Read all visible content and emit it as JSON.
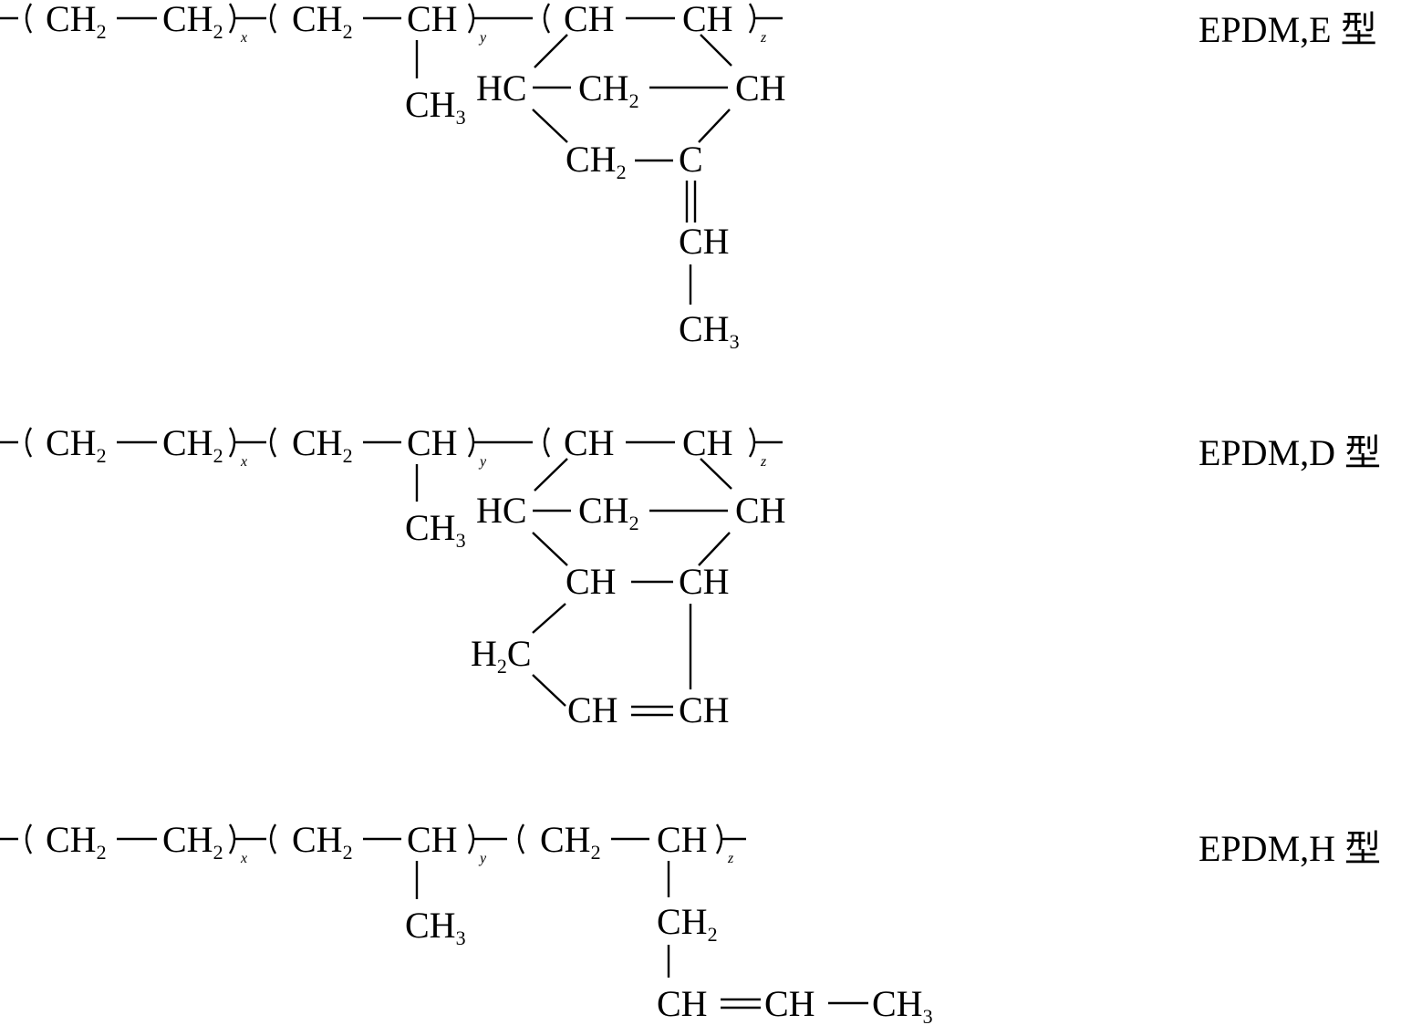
{
  "structures": [
    {
      "id": "e",
      "label": "EPDM,E 型",
      "texts": {
        "m1": "CH",
        "m1s": "2",
        "m2": "CH",
        "m2s": "2",
        "mx": "x",
        "p1": "CH",
        "p1s": "2",
        "p2": "CH",
        "py": "y",
        "d1": "CH",
        "d2": "CH",
        "dz": "z",
        "me": "CH",
        "mes": "3",
        "r1": "HC",
        "r2": "CH",
        "r2s": "2",
        "r3": "CH",
        "r4": "CH",
        "r4s": "2",
        "r5": "C",
        "v1": "CH",
        "v2": "CH",
        "v2s": "3"
      }
    },
    {
      "id": "d",
      "label": "EPDM,D 型",
      "texts": {
        "m1": "CH",
        "m1s": "2",
        "m2": "CH",
        "m2s": "2",
        "mx": "x",
        "p1": "CH",
        "p1s": "2",
        "p2": "CH",
        "py": "y",
        "d1": "CH",
        "d2": "CH",
        "dz": "z",
        "me": "CH",
        "mes": "3",
        "r1": "HC",
        "r2": "CH",
        "r2s": "2",
        "r3": "CH",
        "c1": "CH",
        "c2": "CH",
        "h2a": "H",
        "h2s": "2",
        "h2b": "C",
        "c3": "CH",
        "c4": "CH"
      }
    },
    {
      "id": "h",
      "label": "EPDM,H 型",
      "texts": {
        "m1": "CH",
        "m1s": "2",
        "m2": "CH",
        "m2s": "2",
        "mx": "x",
        "p1": "CH",
        "p1s": "2",
        "p2": "CH",
        "py": "y",
        "h1": "CH",
        "h1s": "2",
        "h2": "CH",
        "hz": "z",
        "me": "CH",
        "mes": "3",
        "s1": "CH",
        "s1s": "2",
        "s2": "CH",
        "s3": "CH",
        "s4": "CH",
        "s4s": "3"
      }
    }
  ]
}
